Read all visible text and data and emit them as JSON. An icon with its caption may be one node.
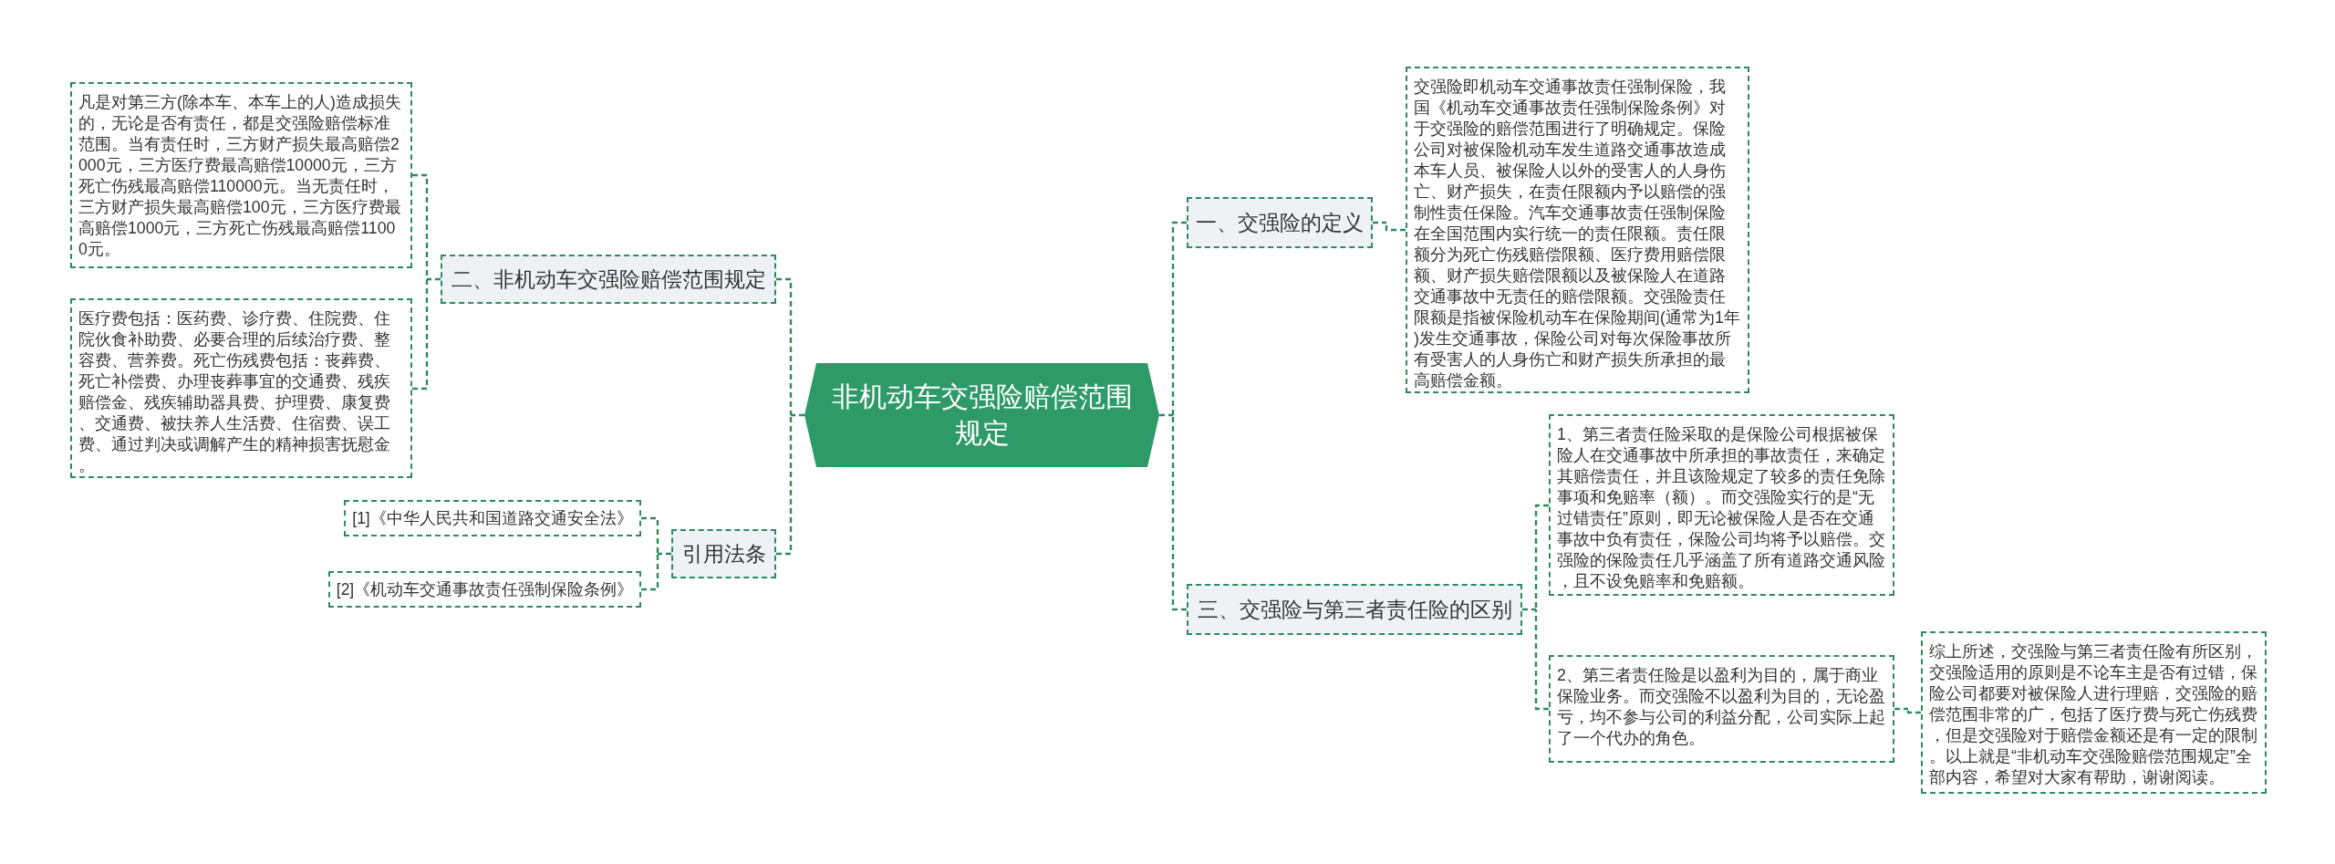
{
  "diagram": {
    "nodes": [
      {
        "text": [
          "非机动车交强险赔偿范围规定"
        ]
      },
      {
        "text": [
          "一、交强险的定义"
        ]
      },
      {
        "text": [
          "交强险即机动车交通事故责任强制保险，我国《机动车交通事故责任强制保险条例》对于交强险的赔偿范围进行了明确规定。保险公司对被保险机动车发生道路交通事故造成本车人员、被保险人以外的受害人的人身伤亡、财产损失，在责任限额内予以赔偿的强制性责任保险。汽车交通事故责任强制保险在全国范围内实行统一的责任限额。责任限额分为死亡伤残赔偿限额、医疗费用赔偿限额、财产损失赔偿限额以及被保险人在道路交通事故中无责任的赔偿限额。交强险责任限额是指被保险机动车在保险期间(通常为1年)发生交通事故，保险公司对每次保险事故所有受害人的人身伤亡和财产损失所承担的最高赔偿金额。"
        ]
      },
      {
        "text": [
          "三、交强险与第三者责任险的区别"
        ]
      },
      {
        "text": [
          "1、第三者责任险采取的是保险公司根据被保险人在交通事故中所承担的事故责任，来确定其赔偿责任，并且该险规定了较多的责任免除事项和免赔率（额）。而交强险实行的是“无过错责任”原则，即无论被保险人是否在交通事故中负有责任，保险公司均将予以赔偿。交强险的保险责任几乎涵盖了所有道路交通风险，且不设免赔率和免赔额。"
        ]
      },
      {
        "text": [
          "2、第三者责任险是以盈利为目的，属于商业保险业务。而交强险不以盈利为目的，无论盈亏，均不参与公司的利益分配，公司实际上起了一个代办的角色。"
        ]
      },
      {
        "text": [
          "综上所述，交强险与第三者责任险有所区别，交强险适用的原则是不论车主是否有过错，保险公司都要对被保险人进行理赔，交强险的赔偿范围非常的广，包括了医疗费与死亡伤残费，但是交强险对于赔偿金额还是有一定的限制。以上就是“非机动车交强险赔偿范围规定”全部内容，希望对大家有帮助，谢谢阅读。"
        ]
      },
      {
        "text": [
          "二、非机动车交强险赔偿范围规定"
        ]
      },
      {
        "text": [
          "凡是对第三方(除本车、本车上的人)造成损失的，无论是否有责任，都是交强险赔偿标准范围。当有责任时，三方财产损失最高赔偿2000元，三方医疗费最高赔偿10000元，三方死亡伤残最高赔偿110000元。当无责任时，三方财产损失最高赔偿100元，三方医疗费最高赔偿1000元，三方死亡伤残最高赔偿11000元。"
        ]
      },
      {
        "text": [
          "医疗费包括：医药费、诊疗费、住院费、住院伙食补助费、必要合理的后续治疗费、整容费、营养费。死亡伤残费包括：丧葬费、死亡补偿费、办理丧葬事宜的交通费、残疾赔偿金、残疾辅助器具费、护理费、康复费、交通费、被扶养人生活费、住宿费、误工费、通过判决或调解产生的精神损害抚慰金。"
        ]
      },
      {
        "text": [
          "引用法条"
        ]
      },
      {
        "text": [
          "[1]《中华人民共和国道路交通安全法》"
        ]
      },
      {
        "text": [
          "[2]《机动车交通事故责任强制保险条例》"
        ]
      }
    ],
    "edges": [
      {
        "from": 0,
        "to": 1,
        "arrow": "none"
      },
      {
        "from": 1,
        "to": 2,
        "arrow": "none"
      },
      {
        "from": 0,
        "to": 3,
        "arrow": "none"
      },
      {
        "from": 3,
        "to": 4,
        "arrow": "none"
      },
      {
        "from": 3,
        "to": 5,
        "arrow": "none"
      },
      {
        "from": 5,
        "to": 6,
        "arrow": "none"
      },
      {
        "from": 0,
        "to": 7,
        "arrow": "none"
      },
      {
        "from": 7,
        "to": 8,
        "arrow": "none"
      },
      {
        "from": 7,
        "to": 9,
        "arrow": "none"
      },
      {
        "from": 0,
        "to": 10,
        "arrow": "none"
      },
      {
        "from": 10,
        "to": 11,
        "arrow": "none"
      },
      {
        "from": 10,
        "to": 12,
        "arrow": "none"
      }
    ]
  }
}
